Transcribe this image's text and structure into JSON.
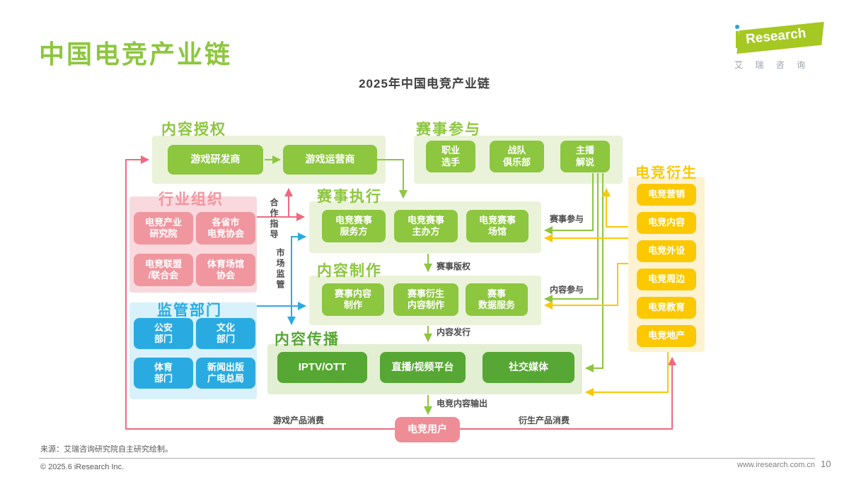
{
  "header": {
    "page_title": "中国电竞产业链",
    "diagram_title": "2025年中国电竞产业链"
  },
  "logo": {
    "brand": "iResearch",
    "brand_rest": "Research",
    "chinese": "艾 瑞 咨 询"
  },
  "sections": {
    "licensing": {
      "title": "内容授权",
      "items": [
        "游戏研发商",
        "游戏运营商"
      ]
    },
    "participation": {
      "title": "赛事参与",
      "items": [
        "职业\n选手",
        "战队\n俱乐部",
        "主播\n解说"
      ]
    },
    "derivatives": {
      "title": "电竞衍生",
      "items": [
        "电竞营销",
        "电竞内容",
        "电竞外设",
        "电竞周边",
        "电竞教育",
        "电竞地产"
      ]
    },
    "organizations": {
      "title": "行业组织",
      "items": [
        "电竞产业\n研究院",
        "各省市\n电竞协会",
        "电竞联盟\n/联合会",
        "体育场馆\n协会"
      ]
    },
    "regulators": {
      "title": "监管部门",
      "items": [
        "公安\n部门",
        "文化\n部门",
        "体育\n部门",
        "新闻出版\n广电总局"
      ]
    },
    "execution": {
      "title": "赛事执行",
      "items": [
        "电竞赛事\n服务方",
        "电竞赛事\n主办方",
        "电竞赛事\n场馆"
      ]
    },
    "production": {
      "title": "内容制作",
      "items": [
        "赛事内容\n制作",
        "赛事衍生\n内容制作",
        "赛事\n数据服务"
      ]
    },
    "distribution": {
      "title": "内容传播",
      "items": [
        "IPTV/OTT",
        "直播/视频平台",
        "社交媒体"
      ]
    },
    "users": {
      "title": "电竞用户"
    }
  },
  "edge_labels": {
    "cooperation_guidance": "合作指导",
    "market_regulation": "市场监管",
    "event_participation": "赛事参与",
    "event_copyright": "赛事版权",
    "content_participation": "内容参与",
    "content_release": "内容发行",
    "esports_content_output": "电竞内容输出",
    "game_product_consumption": "游戏产品消费",
    "derivative_product_consumption": "衍生产品消费"
  },
  "footer": {
    "source": "来源：艾瑞咨询研究院自主研究绘制。",
    "copyright": "© 2025.6 iResearch Inc.",
    "website": "www.iresearch.com.cn",
    "page_number": "10"
  },
  "colors": {
    "green": "#8dc63f",
    "dark_green": "#56a733",
    "pink": "#f0969f",
    "blue": "#29abe2",
    "gold": "#fcc800",
    "user_pink": "#ee8d96",
    "arrow_pink": "#f0697e",
    "panel_green": "#eaf3d9",
    "panel_dark_green": "#e3efd2",
    "panel_pink": "#f9d9de",
    "panel_blue": "#d9f1fb",
    "panel_gold": "#fdf3d2"
  }
}
